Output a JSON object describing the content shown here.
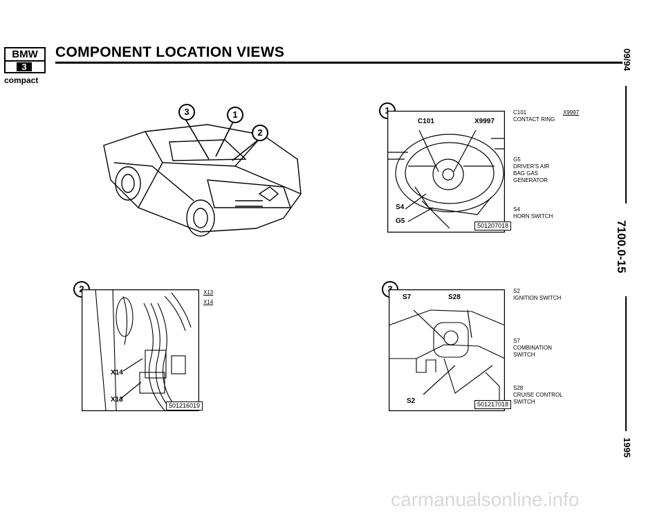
{
  "header": {
    "logo_brand": "BMW",
    "logo_model": "3",
    "logo_sub": "compact",
    "title": "COMPONENT LOCATION VIEWS"
  },
  "side": {
    "date": "09/94",
    "doc_number": "7100.0-15",
    "year": "1995"
  },
  "figures": {
    "car": {
      "callouts": [
        "3",
        "1",
        "2"
      ]
    },
    "fig1": {
      "number": "1",
      "labels": [
        "C101",
        "X9997",
        "S4",
        "G5"
      ],
      "ref": "501207018",
      "legend": [
        {
          "code": "C101",
          "code2": "X9997",
          "text": "CONTACT RING"
        },
        {
          "code": "G5",
          "text": "DRIVER'S AIR BAG GAS GENERATOR"
        },
        {
          "code": "S4",
          "text": "HORN SWITCH"
        }
      ]
    },
    "fig2": {
      "number": "2",
      "labels": [
        "X14",
        "X13"
      ],
      "ref": "501216019",
      "legend": [
        "X13",
        "X14"
      ]
    },
    "fig3": {
      "number": "3",
      "labels": [
        "S7",
        "S28",
        "S2"
      ],
      "ref": "501217018",
      "legend": [
        {
          "code": "S2",
          "text": "IGNITION SWITCH"
        },
        {
          "code": "S7",
          "text": "COMBINATION SWITCH"
        },
        {
          "code": "S28",
          "text": "CRUISE CONTROL SWITCH"
        }
      ]
    }
  },
  "watermark": "carmanualsonline.info"
}
